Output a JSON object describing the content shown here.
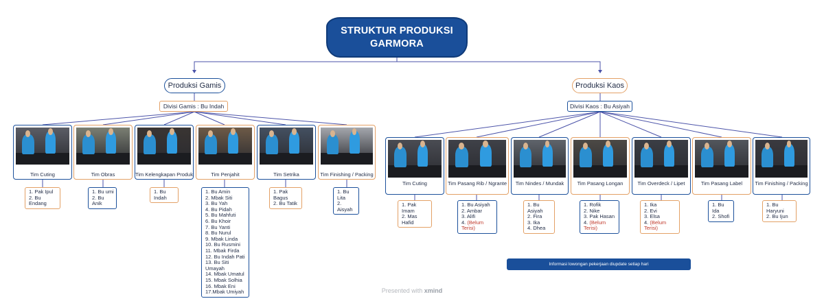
{
  "title": "STRUKTUR PRODUKSI GARMORA",
  "branches": {
    "gamis": {
      "label": "Produksi Gamis",
      "division": "Divisi Gamis : Bu Indah",
      "teams": [
        {
          "label": "Tim Cuting",
          "members": [
            "1. Pak Ipul",
            "2. Bu Endang"
          ]
        },
        {
          "label": "Tim Obras",
          "members": [
            "1. Bu umi",
            "2. Bu Anik"
          ]
        },
        {
          "label": "Tim Kelengkapan Produk",
          "members": [
            "1. Bu Indah"
          ]
        },
        {
          "label": "Tim Penjahit",
          "members": [
            "1. Bu Amin",
            "2. Mbak Siti",
            "3. Bu Yah",
            "4. Bu Pidah",
            "5. Bu Mahfuti",
            "6. Bu Khoir",
            "7. Bu Yanti",
            "8. Bu Nurul",
            "9. Mbak Linda",
            "10. Bu Rusmini",
            "11. Mbak Firda",
            "12. Bu Indah Pati",
            "13. Bu Siti Umayah",
            "14. Mbak Umatul",
            "15. Mbak Solhia",
            "16. Mbak Eni",
            "17.Mbak Umiyah"
          ]
        },
        {
          "label": "Tim Setrika",
          "members": [
            "1. Pak Bagus",
            "2. Bu Tatik"
          ]
        },
        {
          "label": "Tim Finishing / Packing",
          "members": [
            "1. Bu Lita",
            "2. Aisyah"
          ]
        }
      ]
    },
    "kaos": {
      "label": "Produksi Kaos",
      "division": "Divisi Kaos : Bu Asiyah",
      "teams": [
        {
          "label": "Tim Cuting",
          "members": [
            "1. Pak Imam",
            "2. Mas Hafid"
          ]
        },
        {
          "label": "Tim Pasang Rib / Ngrante",
          "members": [
            "1. Bu Asiyah",
            "2. Ambar",
            "3. Alifi",
            "4."
          ],
          "vacancy": "(Belum Terisi)"
        },
        {
          "label": "Tim Nindes / Mundak",
          "members": [
            "1. Bu Asiyah",
            "2. Fira",
            "3. Ika",
            "4. Dhea"
          ]
        },
        {
          "label": "Tim Pasang Longan",
          "members": [
            "1. Rofik",
            "2. Nike",
            "3. Pak Hasan",
            "4."
          ],
          "vacancy": "(Belum Terisi)"
        },
        {
          "label": "Tim Overdeck / Lipet",
          "members": [
            "1. Ika",
            "2. Evi",
            "3. Elsa",
            "4."
          ],
          "vacancy": "(Belum Terisi)"
        },
        {
          "label": "Tim Pasang Label",
          "members": [
            "1. Bu Ida",
            "2. Shofi"
          ]
        },
        {
          "label": "Tim Finishing / Packing",
          "members": [
            "1. Bu Haryuni",
            "2. Bu Ijun"
          ]
        }
      ]
    }
  },
  "banner": "Informasi lowongan pekerjaan diupdate setiap hari",
  "footer": {
    "prefix": "Presented with",
    "brand": "xmind"
  },
  "colors": {
    "primary": "#1a4f9a",
    "accent": "#e3a065",
    "vacancy": "#c0392b",
    "line": "#4a52a8"
  }
}
